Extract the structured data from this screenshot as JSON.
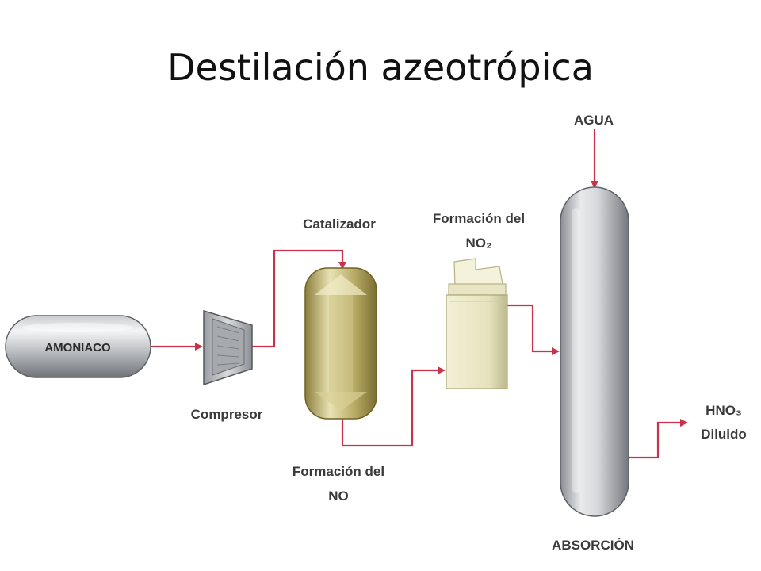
{
  "slide": {
    "title": "Destilación azeotrópica"
  },
  "colors": {
    "flow_line": "#c8324a",
    "metal_light": "#e2e4e6",
    "metal_dark": "#7d8085",
    "reactor_light": "#e6dfae",
    "reactor_dark": "#8c7f3c",
    "box_light": "#efeccf",
    "box_dark": "#c8c49a"
  },
  "diagram": {
    "tank_label": "AMONIACO",
    "compressor_label": "Compresor",
    "catalyst_label": "Catalizador",
    "no_reactor_label": [
      "Formación del",
      "NO"
    ],
    "no2_label": [
      "Formación del",
      "NO₂"
    ],
    "water_label": "AGUA",
    "absorber_label": "ABSORCIÓN",
    "product_label": [
      "HNO₃",
      "Diluido"
    ]
  }
}
